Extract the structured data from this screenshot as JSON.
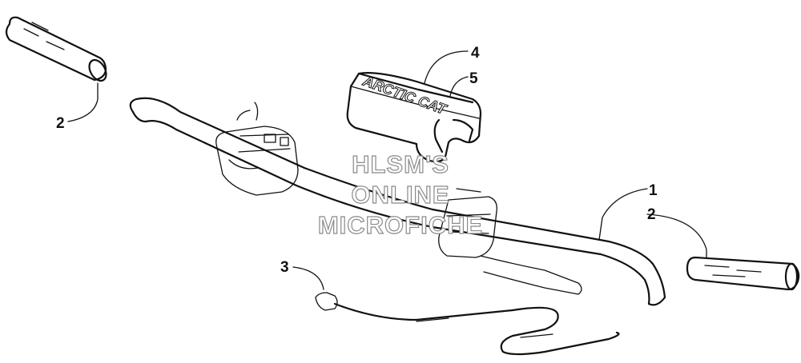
{
  "callouts": [
    {
      "id": "handlebar",
      "label": "1"
    },
    {
      "id": "grip-right",
      "label": "2"
    },
    {
      "id": "grip-left",
      "label": "2"
    },
    {
      "id": "cable",
      "label": "3"
    },
    {
      "id": "pad",
      "label": "4"
    },
    {
      "id": "pad-decal",
      "label": "5"
    }
  ],
  "pad_brand_text": "ARCTIC CAT",
  "watermark": {
    "line1": "HLSM'S",
    "line2": "ONLINE",
    "line3": "MICROFICHE"
  }
}
